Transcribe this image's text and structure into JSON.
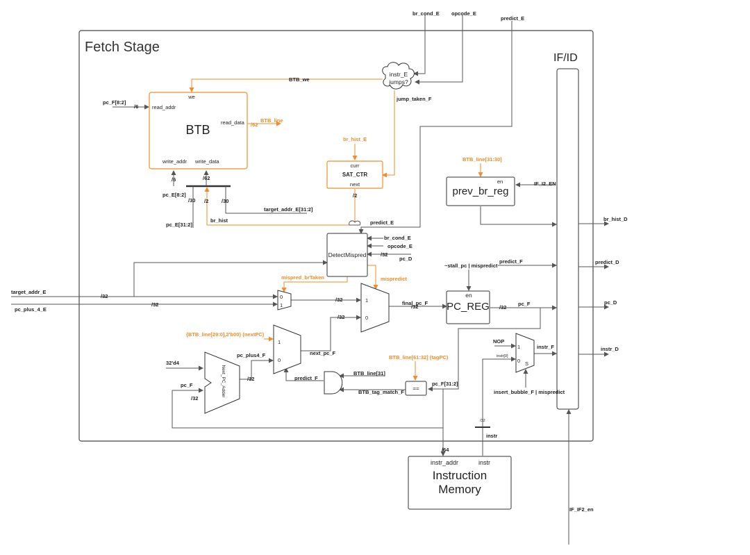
{
  "title": "Fetch Stage",
  "ifid": "IF/ID",
  "btb": {
    "title": "BTB",
    "we": "we",
    "read_addr": "read_addr",
    "read_data": "read_data",
    "write_addr": "write_addr",
    "write_data": "write_data"
  },
  "sat": {
    "title": "SAT_CTR",
    "curr": "curr",
    "next": "next"
  },
  "cloud": {
    "line1": "instr_E",
    "line2": "jumps?"
  },
  "detect": "DetectMispred",
  "prev_br_reg": {
    "title": "prev_br_reg",
    "en": "en"
  },
  "pc_reg": {
    "title": "PC_REG",
    "en": "en"
  },
  "imem": {
    "line1": "Instruction",
    "line2": "Memory",
    "addr": "instr_addr",
    "instr": "instr"
  },
  "adder": "Next_PC_Adder",
  "eq": "==",
  "colors": {
    "orange": "#f28c28",
    "line": "#555555"
  },
  "labels": {
    "br_cond_E_top": "br_cond_E",
    "opcode_E_top": "opcode_E",
    "predict_E_top": "predict_E",
    "BTB_we": "BTB_we",
    "jump_taken_F": "jump_taken_F",
    "pc_F_8_2": "pc_F[8:2]",
    "w6a": "/6",
    "BTB_line": "BTB_line",
    "w62a": "/62",
    "br_hist_E": "br_hist_E",
    "BTB_line_31_30": "BTB_line[31:30]",
    "IF_I2_EN": "IF_I2_EN",
    "w6b": "/6",
    "w62b": "/62",
    "pc_E_8_2": "pc_E[8:2]",
    "w30a": "/30",
    "w2a": "/2",
    "w30b": "/30",
    "w2b": "/2",
    "target_addr_E_31_2": "target_addr_E[31:2]",
    "pc_E_31_2": "pc_E[31:2]",
    "br_hist": "br_hist",
    "predict_E_mid": "predict_E",
    "br_hist_D": "br_hist_D",
    "br_cond_E_mid": "br_cond_E",
    "opcode_E_mid": "opcode_E",
    "w32_det": "/32",
    "pc_D": "pc_D",
    "stall_pc": "~stall_pc | mispredict",
    "predict_F_right": "predict_F",
    "predict_D": "predict_D",
    "mispred_brTaken": "mispred_brTaken",
    "mispredict": "mispredict",
    "target_addr_E": "target_addr_E",
    "w32_t": "/32",
    "pc_plus_4_E": "pc_plus_4_E",
    "w32_p": "/32",
    "w32_m1": "/32",
    "final_pc_F": "final_pc_F",
    "w32_fin": "/32",
    "w32_pcr": "/32",
    "pc_F_right": "pc_F",
    "pc_D_right": "pc_D",
    "w32_m2": "/32",
    "btb_nextpc": "{BTB_line[29:0],2'b00} (nextPC)",
    "NOP": "NOP",
    "instr_F": "instr_F",
    "instr_D": "instr_D",
    "instr_0": "instr[0]",
    "d4": "32'd4",
    "pc_plus4_F": "pc_plus4_F",
    "next_pc_F": "next_pc_F",
    "tagPC": "BTB_line[61:32] (tagPC)",
    "BTB_line_31": "BTB_line[31]",
    "predict_F_mid": "predict_F",
    "w32_add": "/32",
    "pc_F_31_2": "pc_F[31:2]",
    "BTB_tag_match_F": "BTB_tag_match_F",
    "pc_F_left": "pc_F",
    "w32_pcf": "/32",
    "insert_bubble": "insert_bubble_F | mispredict",
    "w32_instr": "/32",
    "instr_w": "instr",
    "w64": "/64",
    "IF_IF2_en": "IF_IF2_en"
  },
  "mux_labels": {
    "m0a": "0",
    "m0b": "1",
    "m1a": "1",
    "m1b": "0",
    "m2a": "1",
    "m2b": "0",
    "m3a": "1",
    "m3b": "0",
    "m3s": "S"
  }
}
